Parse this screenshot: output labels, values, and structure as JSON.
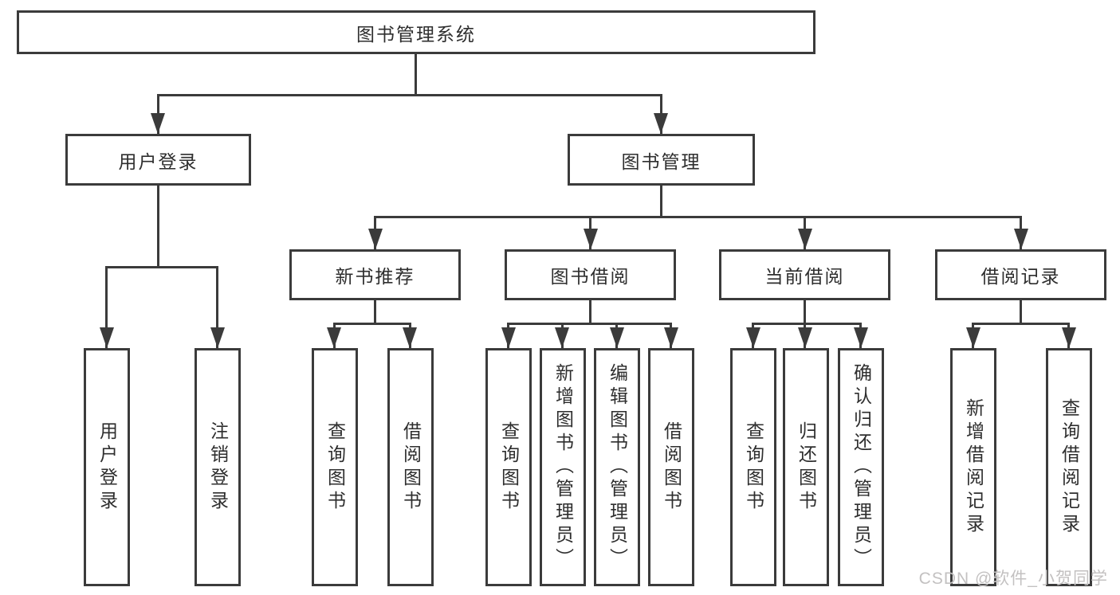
{
  "diagram": {
    "root": {
      "label": "图书管理系统"
    },
    "level2": [
      {
        "label": "用户登录"
      },
      {
        "label": "图书管理"
      }
    ],
    "level3": [
      {
        "label": "新书推荐"
      },
      {
        "label": "图书借阅"
      },
      {
        "label": "当前借阅"
      },
      {
        "label": "借阅记录"
      }
    ],
    "leaves": [
      {
        "label": "用户登录"
      },
      {
        "label": "注销登录"
      },
      {
        "label": "查询图书"
      },
      {
        "label": "借阅图书"
      },
      {
        "label": "查询图书"
      },
      {
        "label": "新增图书（管理员）"
      },
      {
        "label": "编辑图书（管理员）"
      },
      {
        "label": "借阅图书"
      },
      {
        "label": "查询图书"
      },
      {
        "label": "归还图书"
      },
      {
        "label": "确认归还（管理员）"
      },
      {
        "label": "新增借阅记录"
      },
      {
        "label": "查询借阅记录"
      }
    ]
  },
  "watermark": {
    "text": "CSDN @软件_小贺同学"
  },
  "colors": {
    "line": "#3b3b3b",
    "text": "#2e2e2e",
    "watermark": "#c3c1c1",
    "background": "#ffffff"
  }
}
